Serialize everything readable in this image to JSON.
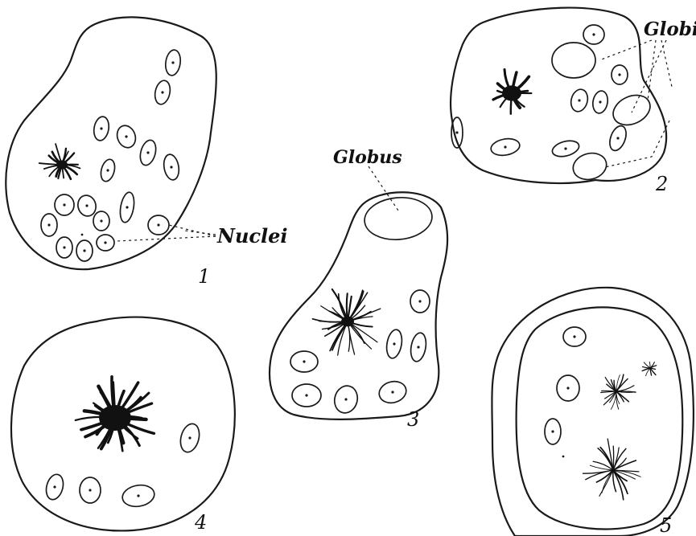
{
  "labels": {
    "nuclei": "Nuclei",
    "globus": "Globus",
    "globi": "Globi"
  },
  "figure_numbers": [
    "1",
    "2",
    "3",
    "4",
    "5"
  ],
  "colors": {
    "ink": "#111111",
    "paper": "#ffffff"
  }
}
